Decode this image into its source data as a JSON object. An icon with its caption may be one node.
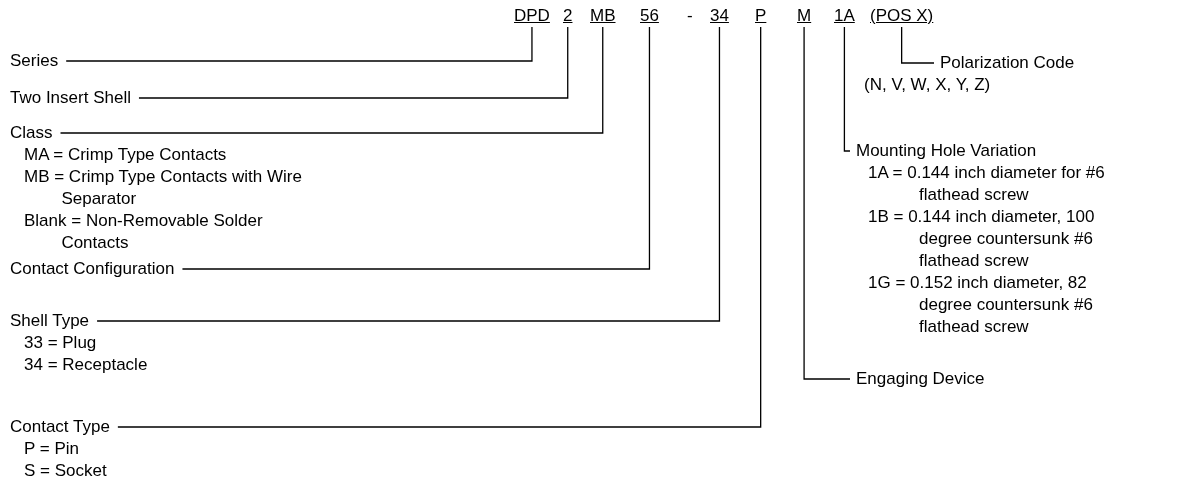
{
  "diagram": {
    "nodes": [
      {
        "text": [
          "DPD"
        ]
      },
      {
        "text": [
          "2"
        ]
      },
      {
        "text": [
          "MB"
        ]
      },
      {
        "text": [
          "56"
        ]
      },
      {
        "text": [
          "34"
        ]
      },
      {
        "text": [
          "P"
        ]
      },
      {
        "text": [
          "M"
        ]
      },
      {
        "text": [
          "1A"
        ]
      },
      {
        "text": [
          "(POS X)"
        ]
      },
      {
        "text": [
          "Series"
        ]
      },
      {
        "text": [
          "Two Insert Shell"
        ]
      },
      {
        "text": [
          "Class",
          "MA = Crimp Type Contacts",
          "MB = Crimp Type Contacts with Wire Separator",
          "Blank = Non-Removable Solder Contacts"
        ]
      },
      {
        "text": [
          "Contact Configuration"
        ]
      },
      {
        "text": [
          "Shell Type",
          "33 = Plug",
          "34 = Receptacle"
        ]
      },
      {
        "text": [
          "Contact Type",
          "P = Pin",
          "S = Socket"
        ]
      },
      {
        "text": [
          "Polarization Code",
          "(N, V, W, X, Y, Z)"
        ]
      },
      {
        "text": [
          "Mounting Hole Variation",
          "1A = 0.144 inch diameter for #6 flathead screw",
          "1B = 0.144 inch diameter, 100 degree countersunk #6 flathead screw",
          "1G = 0.152 inch diameter, 82 degree countersunk #6 flathead screw"
        ]
      },
      {
        "text": [
          "Engaging Device"
        ]
      }
    ],
    "edges": [
      {
        "from": 9,
        "to": 0,
        "arrow": "none"
      },
      {
        "from": 10,
        "to": 1,
        "arrow": "none"
      },
      {
        "from": 11,
        "to": 2,
        "arrow": "none"
      },
      {
        "from": 12,
        "to": 3,
        "arrow": "none"
      },
      {
        "from": 13,
        "to": 4,
        "arrow": "none"
      },
      {
        "from": 14,
        "to": 5,
        "arrow": "none"
      },
      {
        "from": 15,
        "to": 8,
        "arrow": "none"
      },
      {
        "from": 16,
        "to": 7,
        "arrow": "none"
      },
      {
        "from": 17,
        "to": 6,
        "arrow": "none"
      }
    ],
    "labels": [
      "-"
    ]
  }
}
